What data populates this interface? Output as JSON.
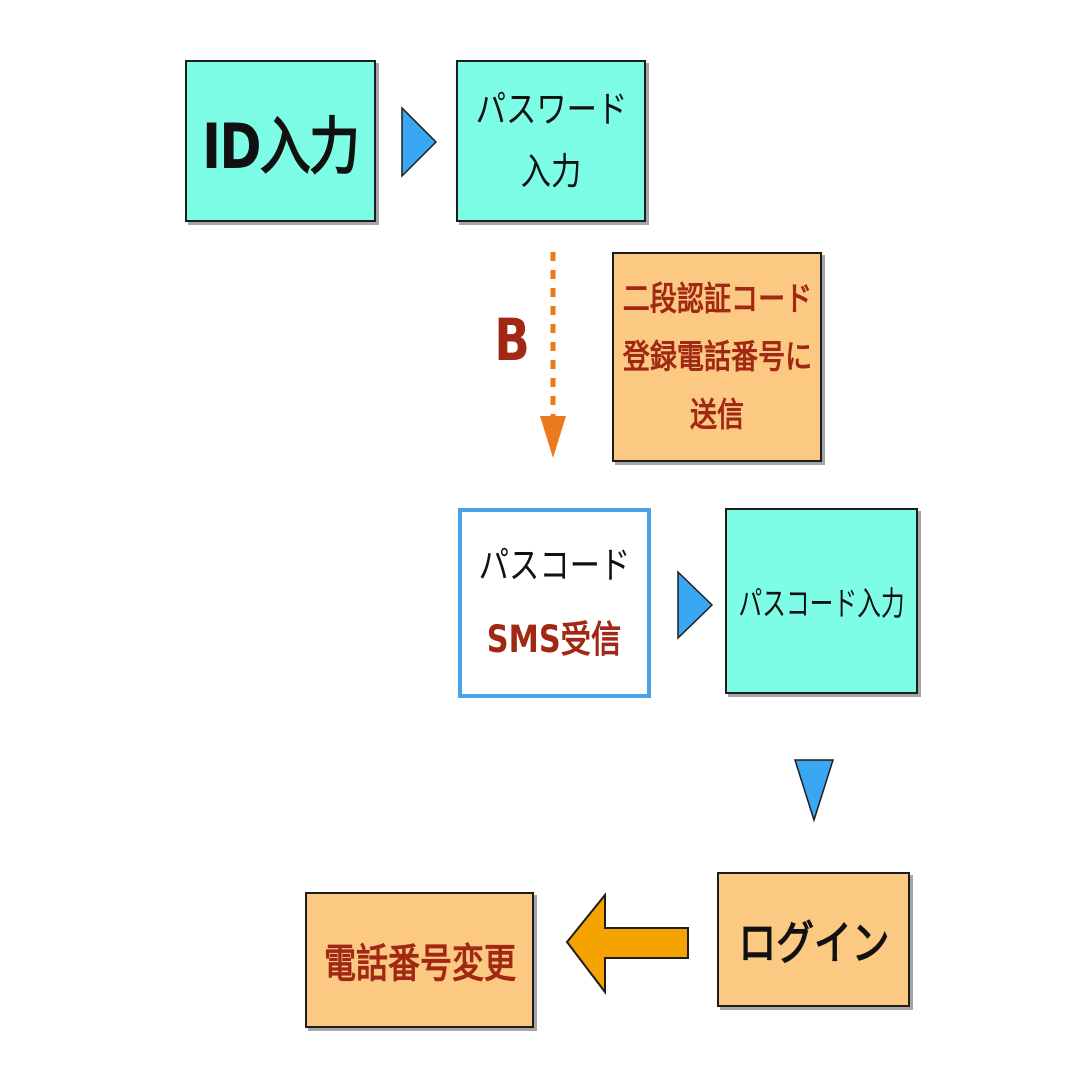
{
  "colors": {
    "teal_box": "#7dfde6",
    "peach_box": "#fcc982",
    "blue_outline": "#4aa3e8",
    "blue_arrow": "#3aa7f2",
    "orange_arrow": "#f5a300",
    "orange_dashed": "#ea7a1c",
    "dark_red_text": "#a22816"
  },
  "nodes": {
    "id_input": {
      "label": "ID入力"
    },
    "password_input": {
      "lines": [
        "パスワード",
        "入力"
      ]
    },
    "two_factor": {
      "lines": [
        "二段認証コード",
        "登録電話番号に",
        "送信"
      ]
    },
    "passcode_sms": {
      "line1": "パスコード",
      "line2": "SMS受信"
    },
    "passcode_input": {
      "label": "パスコード入力"
    },
    "login": {
      "label": "ログイン"
    },
    "phone_change": {
      "label": "電話番号変更"
    }
  },
  "edge_label_b": "B",
  "icons": {
    "arrow_1": "triangle-right-icon",
    "arrow_2": "dashed-down-arrow-icon",
    "arrow_3": "triangle-right-icon",
    "arrow_4": "triangle-down-icon",
    "arrow_5": "block-left-arrow-icon"
  }
}
